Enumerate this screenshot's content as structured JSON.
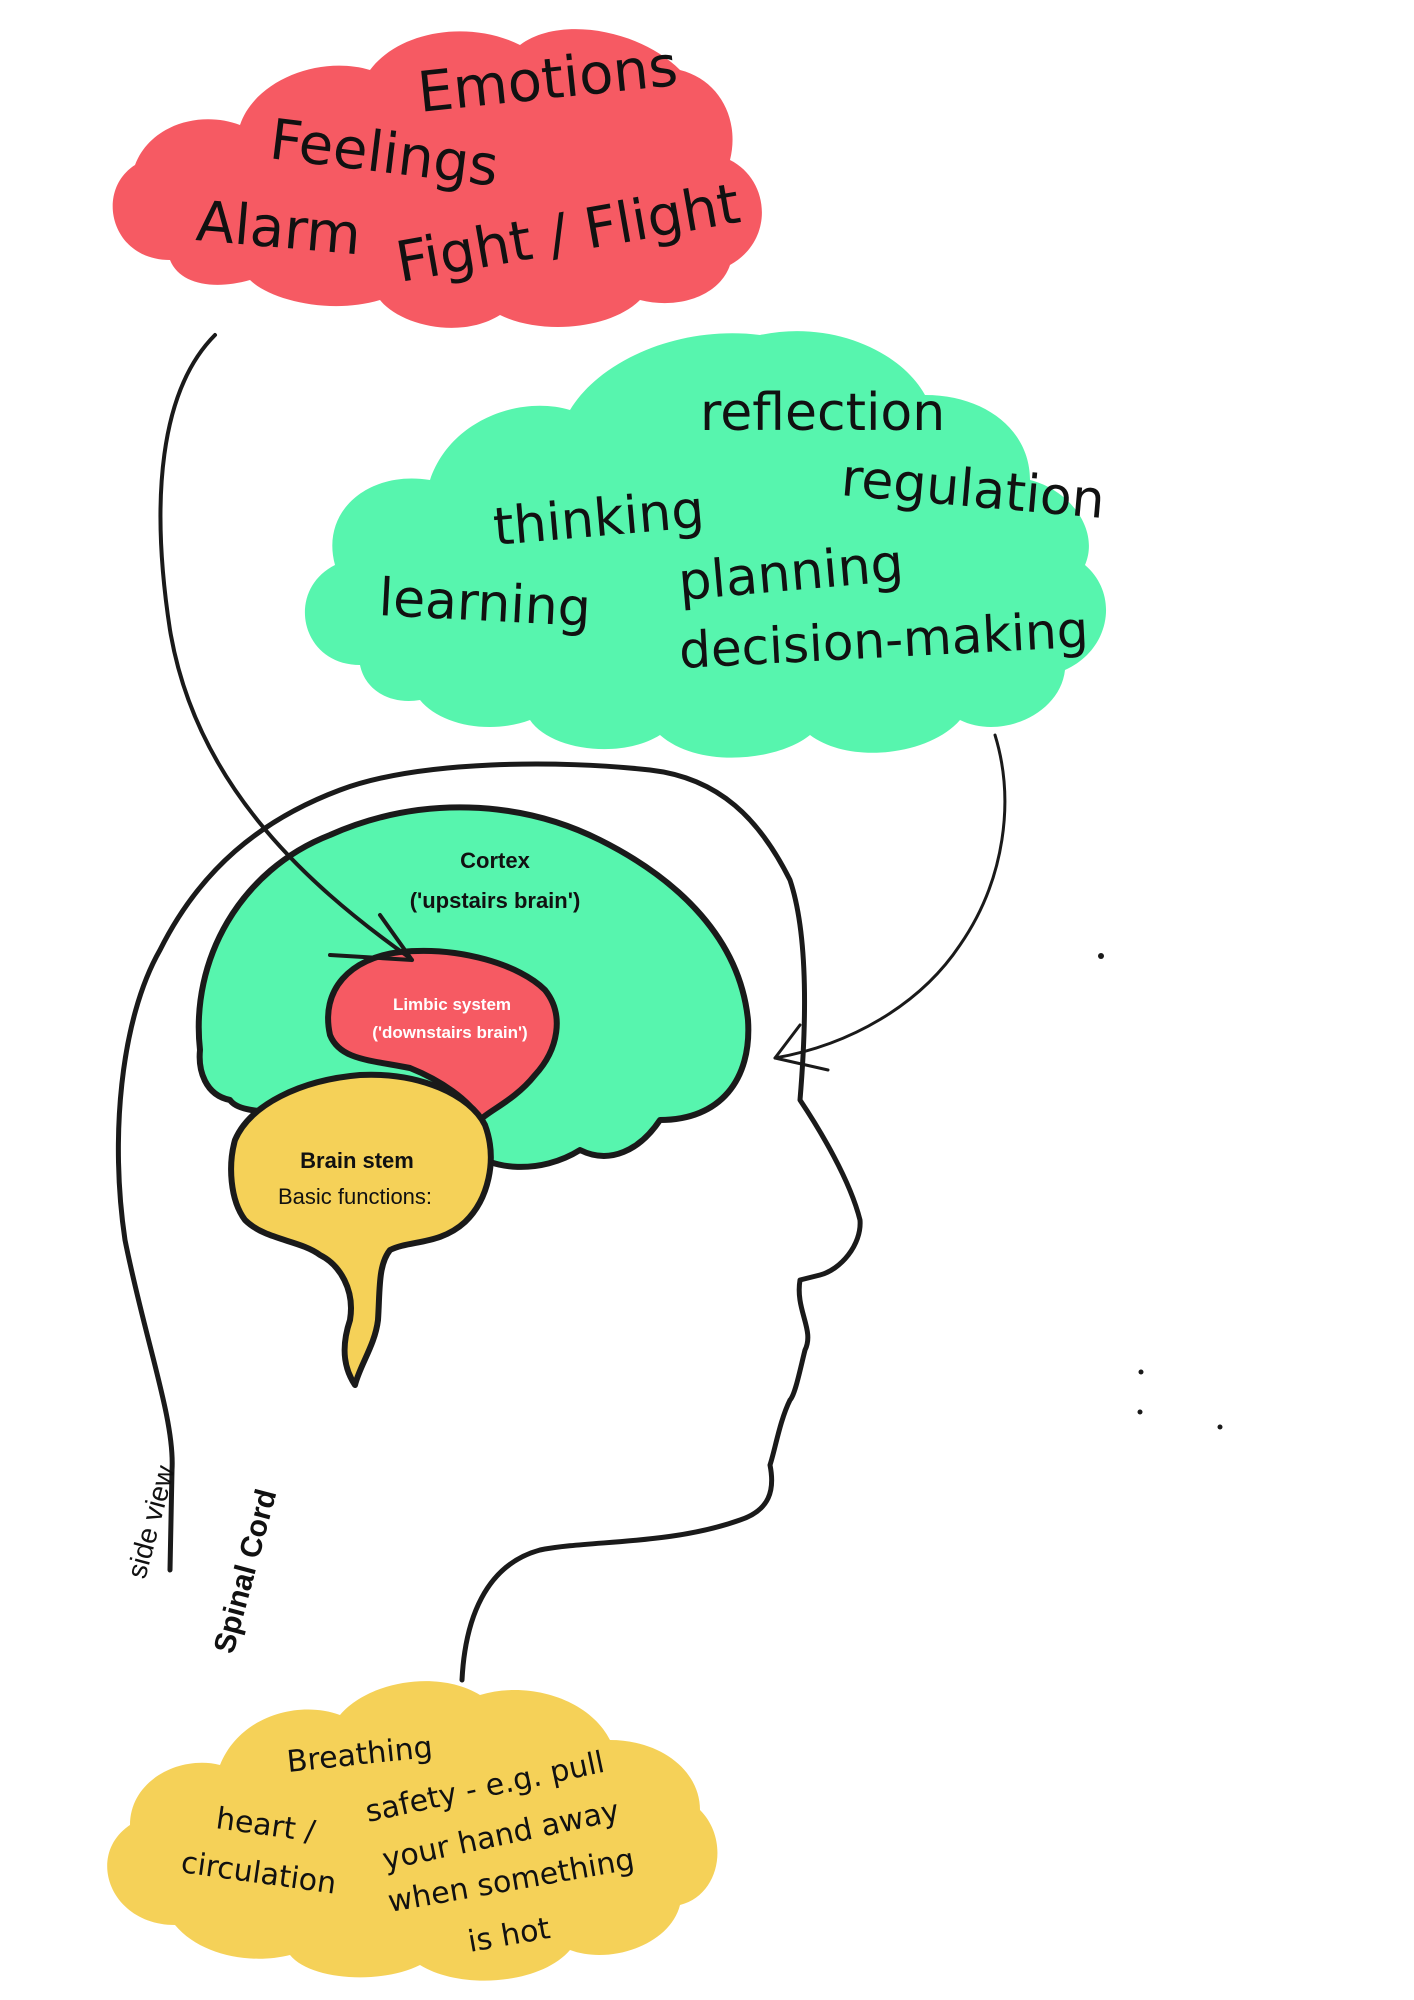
{
  "colors": {
    "red": "#f65a63",
    "green": "#57f5ae",
    "yellow": "#f5d158",
    "outline": "#1a1a1a"
  },
  "clouds": {
    "limbic": [
      "Emotions",
      "Feelings",
      "Alarm",
      "Fight / Flight"
    ],
    "cortex": [
      "reflection",
      "thinking",
      "regulation",
      "learning",
      "planning",
      "decision-making"
    ],
    "stem": [
      "Breathing",
      "heart /",
      "circulation",
      "safety - e.g. pull",
      "your hand away",
      "when something",
      "is hot"
    ]
  },
  "brain": {
    "cortex_title": "Cortex",
    "cortex_sub": "('upstairs brain')",
    "limbic_title": "Limbic system",
    "limbic_sub": "('downstairs  brain')",
    "stem_title": "Brain stem",
    "stem_sub": "Basic functions:"
  },
  "labels": {
    "side_view": "side view",
    "spinal_cord": "Spinal Cord"
  }
}
